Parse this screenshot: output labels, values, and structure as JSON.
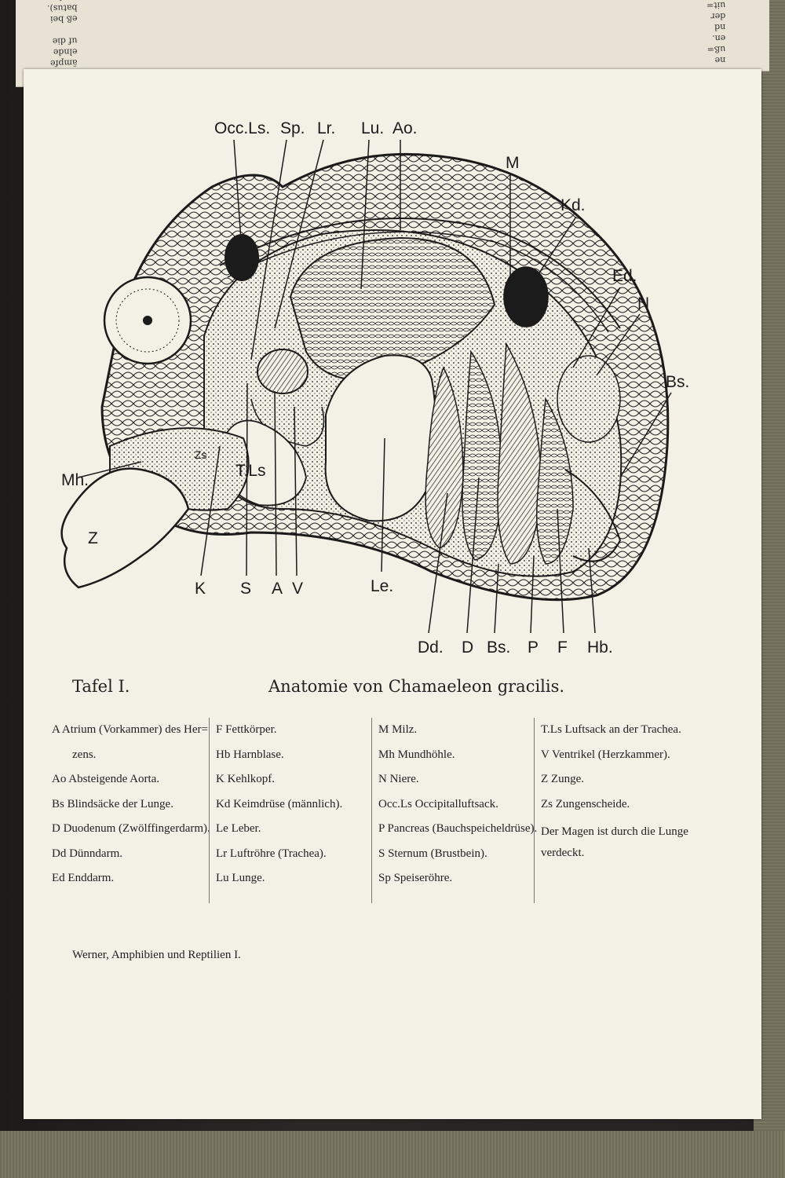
{
  "previous_page": {
    "left_fragment": "ttung\nr leb=\nebhaft\nämpfe\nelnde\nuf die\n\neß bei\nbatus).\nnach",
    "right_fragment": "ne\nuß=\nen.\nnd\nder\nuit=\nen,\nen"
  },
  "plate": {
    "number_label": "Tafel I.",
    "title": "Anatomie von Chamaeleon gracilis.",
    "figure_labels": {
      "occls": "Occ.Ls.",
      "sp": "Sp.",
      "lr": "Lr.",
      "lu": "Lu.",
      "ao": "Ao.",
      "m": "M",
      "kd": "Kd.",
      "ed": "Ed.",
      "n": "N",
      "bs_top": "Bs.",
      "mh": "Mh.",
      "zs": "Zs",
      "tls": "T.Ls",
      "z": "Z",
      "k": "K",
      "s": "S",
      "a": "A",
      "v": "V",
      "le": "Le.",
      "dd": "Dd.",
      "d": "D",
      "bs_bottom": "Bs.",
      "p": "P",
      "f": "F",
      "hb": "Hb."
    },
    "legend": {
      "col1": [
        "A Atrium (Vorkammer) des Her=",
        "zens.",
        "Ao Absteigende Aorta.",
        "Bs Blindsäcke der Lunge.",
        "D Duodenum (Zwölffingerdarm).",
        "Dd Dünndarm.",
        "Ed Enddarm."
      ],
      "col2": [
        "F Fettkörper.",
        "Hb Harnblase.",
        "K Kehlkopf.",
        "Kd Keimdrüse (männlich).",
        "Le Leber.",
        "Lr Luftröhre (Trachea).",
        "Lu Lunge."
      ],
      "col3": [
        "M Milz.",
        "Mh Mundhöhle.",
        "N Niere.",
        "Occ.Ls Occipitalluftsack.",
        "P Pancreas (Bauchspeicheldrüse).",
        "S Sternum (Brustbein).",
        "Sp Speiseröhre."
      ],
      "col4": [
        "T.Ls Luftsack an der Trachea.",
        "V Ventrikel (Herzkammer).",
        "Z Zunge.",
        "Zs Zungenscheide."
      ],
      "note": "Der Magen ist durch die Lunge verdeckt."
    },
    "footer": "Werner, Amphibien und Reptilien I."
  },
  "colors": {
    "ink": "#1b1b1b",
    "paper": "#f3f0e6",
    "cloth": "#747159"
  }
}
